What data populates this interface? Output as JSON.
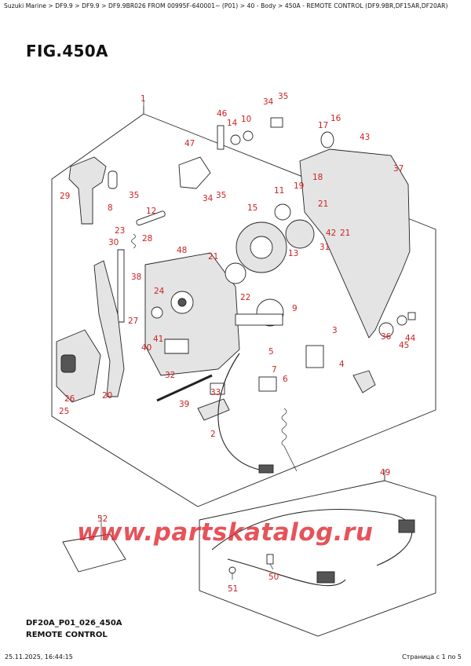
{
  "breadcrumb": "Suzuki Marine > DF9.9 > DF9.9 > DF9.9BR026 FROM 00995F-640001~ (P01) > 40 - Body > 450A - REMOTE CONTROL (DF9.9BR,DF15AR,DF20AR)",
  "figure": {
    "title": "FIG.450A",
    "code": "DF20A_P01_026_450A",
    "name": "REMOTE CONTROL"
  },
  "watermark": "www.partskatalog.ru",
  "footer": {
    "timestamp": "25.11.2025, 16:44:15",
    "pages": "Страница с 1 по 5"
  },
  "part_numbers": [
    "1",
    "2",
    "3",
    "4",
    "5",
    "6",
    "7",
    "8",
    "9",
    "10",
    "11",
    "12",
    "13",
    "14",
    "15",
    "16",
    "17",
    "18",
    "19",
    "20",
    "21",
    "21",
    "21",
    "22",
    "23",
    "24",
    "25",
    "26",
    "27",
    "28",
    "29",
    "30",
    "31",
    "32",
    "33",
    "34",
    "34",
    "35",
    "35",
    "35",
    "36",
    "37",
    "38",
    "39",
    "40",
    "41",
    "42",
    "43",
    "44",
    "45",
    "46",
    "47",
    "48",
    "49",
    "50",
    "51",
    "52"
  ]
}
